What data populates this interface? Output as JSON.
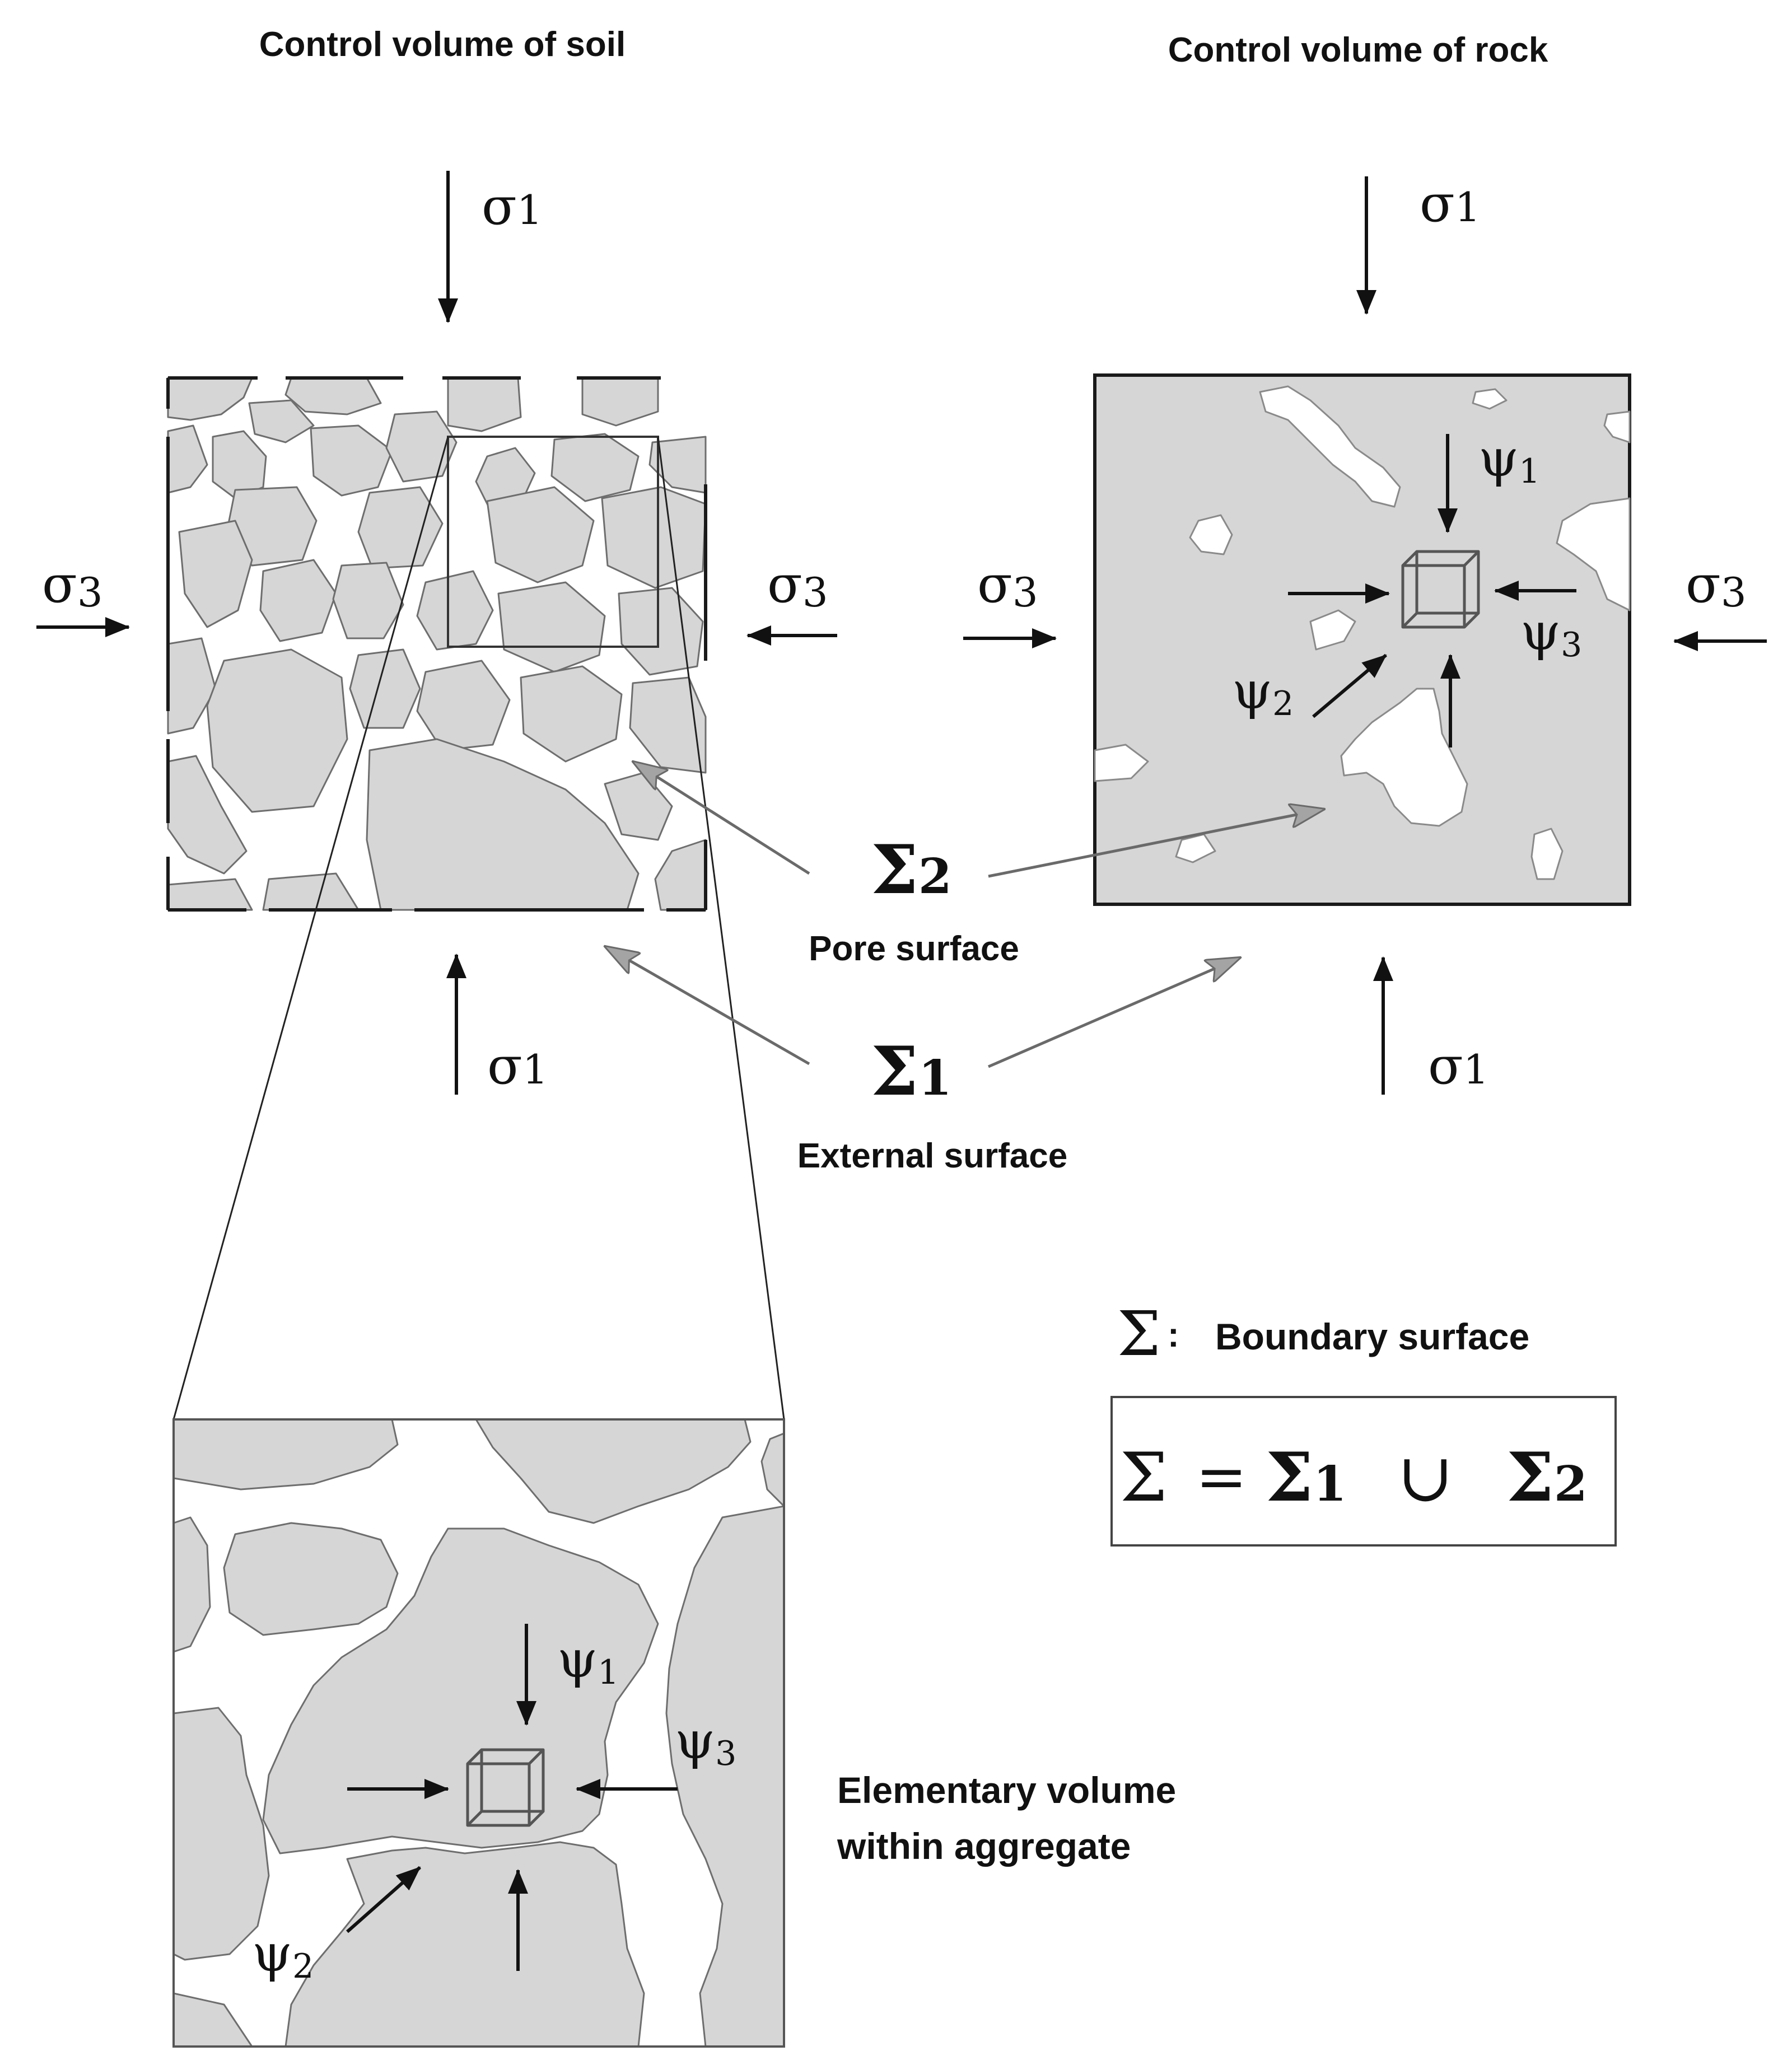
{
  "labels": {
    "soil_title": "Control volume of soil",
    "rock_title": "Control volume of rock",
    "pore_surface": "Pore surface",
    "external_surface": "External surface",
    "boundary_surface": "Boundary surface",
    "elementary_line1": "Elementary volume",
    "elementary_line2": "within aggregate"
  },
  "symbols": {
    "sigma_main": "σ",
    "psi_main": "ψ",
    "idx1": "1",
    "idx2": "2",
    "idx3": "3",
    "sum": "Σ",
    "colon": ":",
    "equals": "=",
    "union": "∪"
  },
  "colors": {
    "solid_fill": "#d6d6d6",
    "grain_outline": "#6e6e6e",
    "pointer_gray": "#6a6a6a",
    "ink": "#111111"
  },
  "icons": {
    "cube": "cube-icon",
    "arrow": "arrow-icon"
  }
}
